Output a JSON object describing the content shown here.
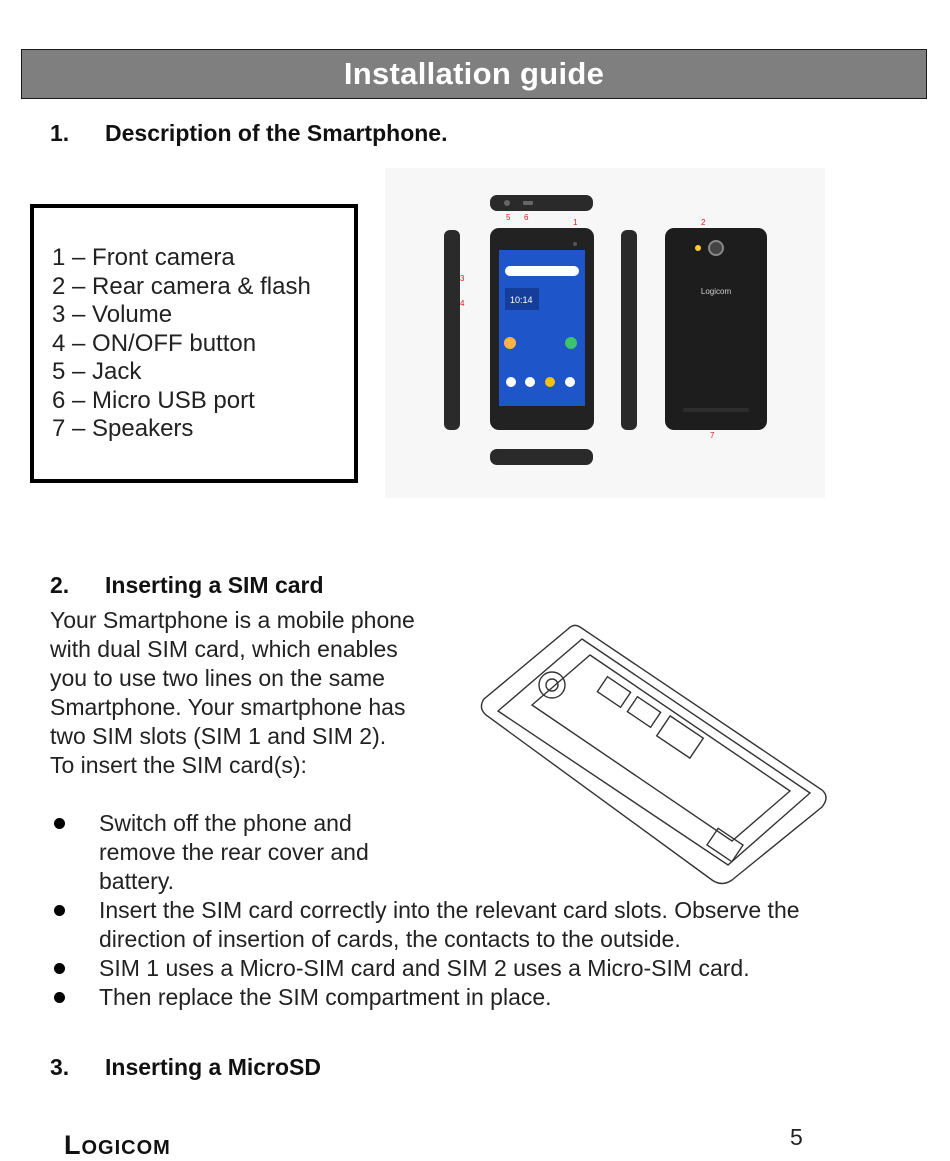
{
  "title": "Installation guide",
  "section1": {
    "number": "1.",
    "title": "Description of the Smartphone."
  },
  "legend": [
    "1 – Front camera",
    "2 – Rear camera & flash",
    "3 – Volume",
    "4 – ON/OFF button",
    "5 – Jack",
    "6 – Micro USB port",
    "7 – Speakers"
  ],
  "phone_figure": {
    "callouts": [
      "1",
      "2",
      "3",
      "4",
      "5",
      "6",
      "7"
    ],
    "screen_time": "10:14",
    "back_brand": "Logicom"
  },
  "section2": {
    "number": "2.",
    "title": "Inserting a SIM card",
    "intro": "Your Smartphone is a mobile phone with dual SIM card, which enables you to use two lines on the same Smartphone. Your smartphone has two SIM slots (SIM 1 and SIM 2).",
    "lead": "To insert the SIM card(s):",
    "bullets": [
      "Switch off the phone and remove the rear cover and battery.",
      "Insert the SIM card correctly into the relevant card slots. Observe the direction of insertion of cards, the contacts to the outside.",
      "SIM 1 uses a Micro-SIM card and SIM 2 uses a Micro-SIM card.",
      "Then replace the SIM compartment in place."
    ]
  },
  "section3": {
    "number": "3.",
    "title": "Inserting a MicroSD"
  },
  "footer": {
    "logo_big": "L",
    "logo_small": "OGICOM",
    "page": "5"
  }
}
